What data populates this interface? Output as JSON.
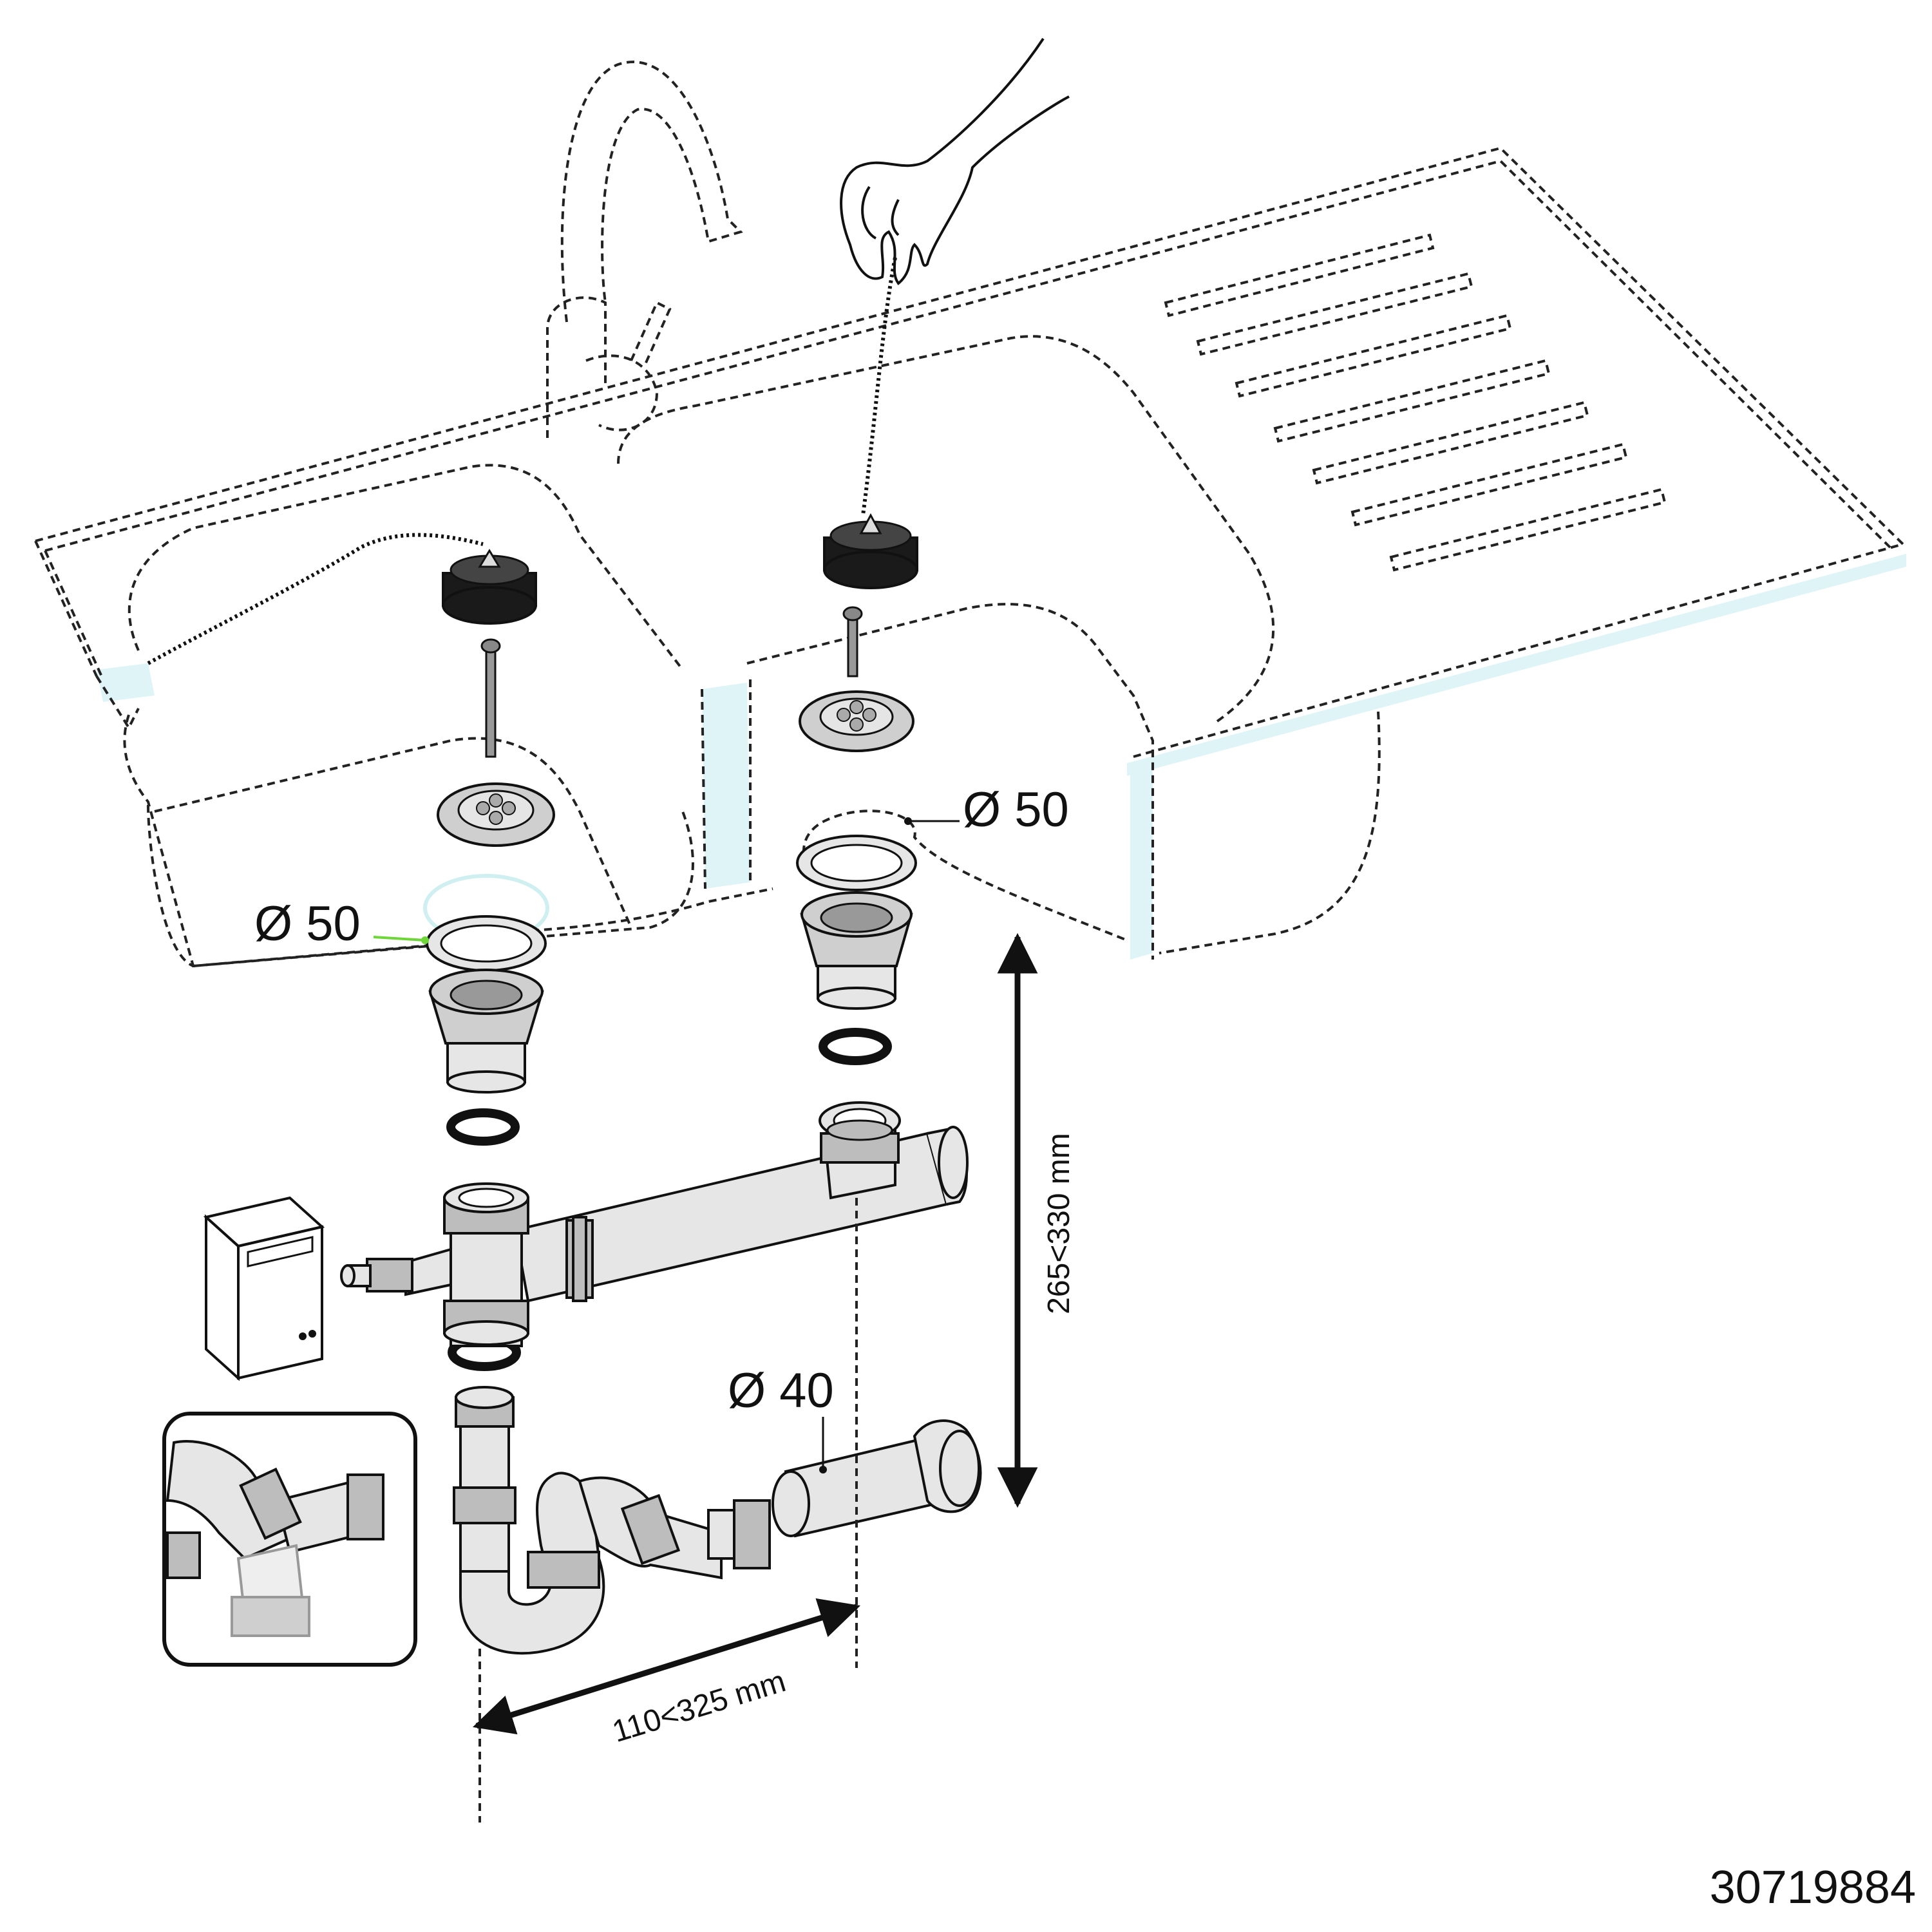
{
  "labels": {
    "dia_right_sink": "Ø 50",
    "dia_left_sink": "Ø 50",
    "dia_outlet": "Ø 40",
    "height_range": "265<330 mm",
    "width_range": "110<325 mm",
    "product_code": "30719884"
  }
}
